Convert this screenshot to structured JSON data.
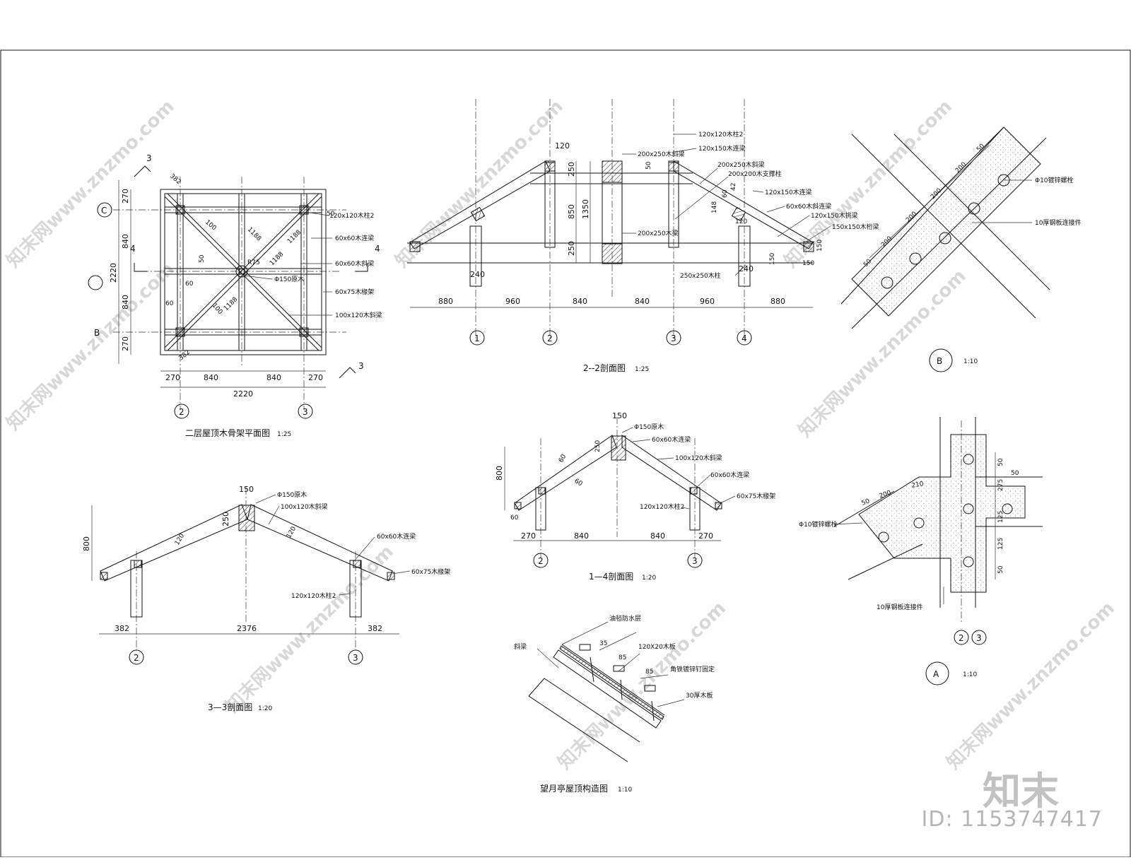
{
  "drawings": {
    "plan": {
      "title": "二层屋顶木骨架平面图",
      "scale": "1:25",
      "labels": [
        "120x120木柱2",
        "60x60木连梁",
        "60x60木斜梁",
        "60x75木椽架",
        "100x120木斜梁",
        "Φ150原木"
      ],
      "dims_top": [
        "270",
        "840",
        "840",
        "270"
      ],
      "dim_total": "2220",
      "dims_left": [
        "270",
        "840",
        "840",
        "270"
      ],
      "dim_left_total": "2220",
      "misc_dims": [
        "382",
        "100",
        "1188",
        "1188",
        "R75",
        "1188",
        "60",
        "60",
        "100",
        "1188",
        "382",
        "50",
        "50"
      ],
      "axis_c": "C",
      "axis_b": "B",
      "axis_2": "2",
      "axis_3": "3",
      "cut_3a": "3",
      "cut_3b": "3",
      "cut_4a": "4",
      "cut_4b": "4"
    },
    "s22": {
      "title": "2--2剖面图",
      "scale": "1:25",
      "labels": [
        "120x120木柱2",
        "200x250木斜梁",
        "120x150木连梁",
        "200x250木斜梁",
        "200x200木支撑柱",
        "120x150木连梁",
        "60x60木斜连梁",
        "120x150木挑梁",
        "150x150木桁梁",
        "200x250木梁",
        "250x250木柱"
      ],
      "dims_bottom": [
        "880",
        "960",
        "840",
        "840",
        "960",
        "880"
      ],
      "v_dims": [
        "250",
        "850",
        "1350",
        "250"
      ],
      "misc_dims": [
        "120",
        "50",
        "42",
        "60",
        "148",
        "120",
        "150",
        "150",
        "150",
        "240",
        "240"
      ],
      "axes": [
        "1",
        "2",
        "3",
        "4"
      ]
    },
    "detailB": {
      "title": "B",
      "scale": "1:10",
      "labels": [
        "Φ10镀锌螺栓",
        "10厚钢板连接件"
      ],
      "dims": [
        "50",
        "200",
        "200",
        "200",
        "200",
        "50"
      ]
    },
    "s33": {
      "title": "3—3剖面图",
      "scale": "1:20",
      "labels": [
        "Φ150原木",
        "100x120木斜梁",
        "60x60木连梁",
        "60x75木椽架",
        "120x120木柱2"
      ],
      "dims_bottom": [
        "382",
        "2376",
        "382"
      ],
      "v_dim": "800",
      "misc_dims": [
        "150",
        "250",
        "120",
        "120"
      ],
      "axes": [
        "2",
        "3"
      ]
    },
    "s14": {
      "title": "1—4剖面图",
      "scale": "1:20",
      "labels": [
        "Φ150原木",
        "60x60木连梁",
        "100x120木斜梁",
        "60x60木连梁",
        "60x75木椽架",
        "120x120木柱2"
      ],
      "dims_bottom": [
        "270",
        "840",
        "840",
        "270"
      ],
      "v_dim": "800",
      "misc_dims": [
        "150",
        "250",
        "60",
        "60",
        "60"
      ],
      "axes": [
        "2",
        "3"
      ]
    },
    "roof": {
      "title": "望月亭屋顶构造图",
      "scale": "1:10",
      "labels": [
        "油毡防水层",
        "120X20木板",
        "角铁镀锌钉固定",
        "30厚木板",
        "斜梁"
      ],
      "dims": [
        "35",
        "85",
        "85"
      ]
    },
    "detailA": {
      "title": "A",
      "scale": "1:10",
      "labels": [
        "Φ10镀锌螺栓",
        "10厚钢板连接件"
      ],
      "dims": [
        "50",
        "200",
        "210",
        "50",
        "50",
        "275",
        "125",
        "125",
        "50"
      ],
      "axes": [
        "2",
        "3"
      ]
    }
  },
  "watermark": "知末网www.znzmo.com",
  "brand": "知末",
  "id_text": "ID: 1153747417"
}
